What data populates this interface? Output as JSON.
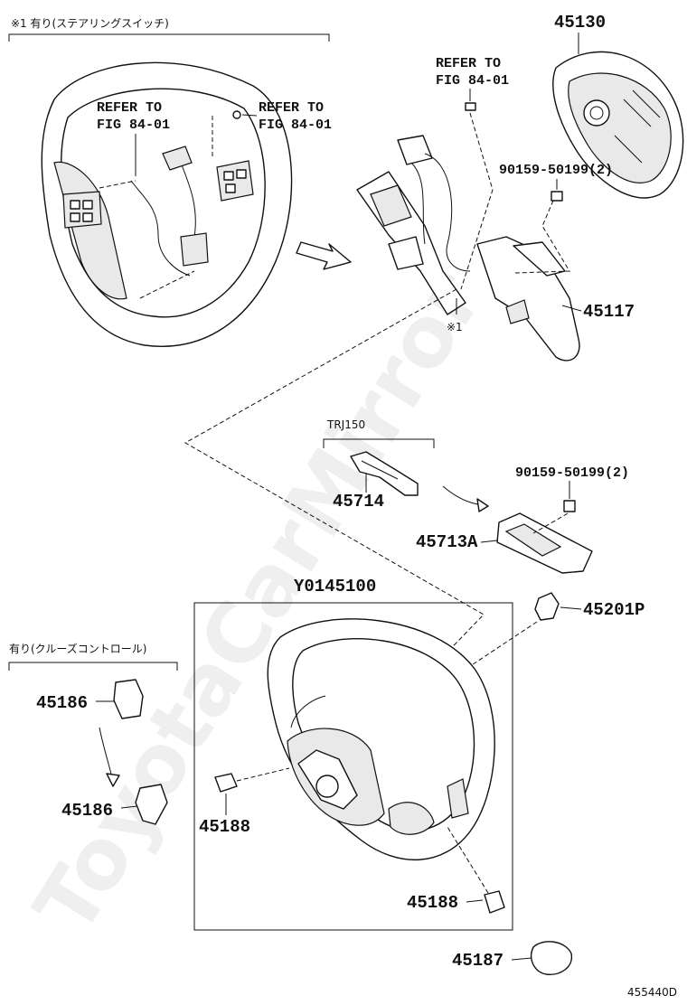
{
  "notes": {
    "note1": "※1 有り(ステアリングスイッチ)",
    "note2": "有り(クルーズコントロール)",
    "note3": "TRJ150",
    "marker": "※1"
  },
  "refs": {
    "ref_a_line1": "REFER TO",
    "ref_a_line2": "FIG 84-01",
    "ref_b_line1": "REFER TO",
    "ref_b_line2": "FIG 84-01",
    "ref_c_line1": "REFER TO",
    "ref_c_line2": "FIG 84-01"
  },
  "parts": {
    "p45130": "45130",
    "p90159_top": "90159-50199(2)",
    "p45117": "45117",
    "p45714": "45714",
    "p90159_mid": "90159-50199(2)",
    "p45713A": "45713A",
    "pY0145100": "Y0145100",
    "p45201P": "45201P",
    "p45186_a": "45186",
    "p45186_b": "45186",
    "p45188_a": "45188",
    "p45188_b": "45188",
    "p45187": "45187"
  },
  "figure_id": "455440D",
  "watermark": "ToyotaCarMirror"
}
